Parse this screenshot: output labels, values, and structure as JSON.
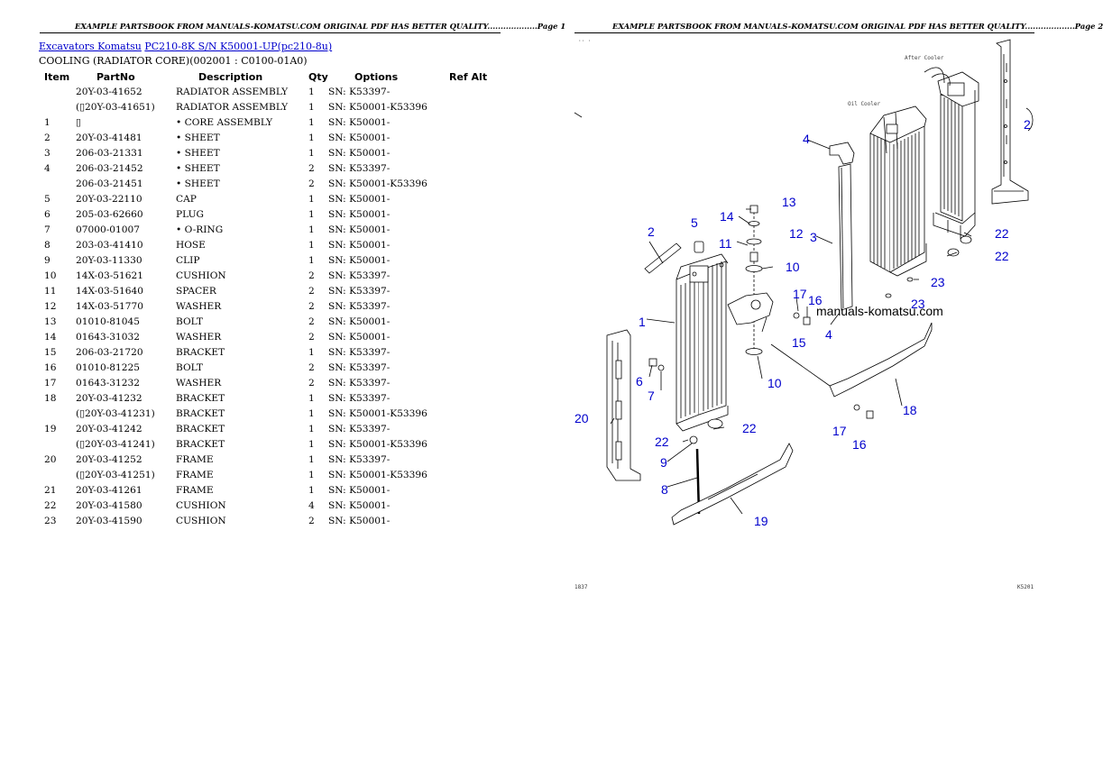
{
  "left_page": {
    "header": "EXAMPLE PARTSBOOK FROM MANUALS-KOMATSU.COM ORIGINAL PDF HAS BETTER QUALITY...................Page 1",
    "breadcrumb": {
      "link1": "Excavators Komatsu",
      "link2": "PC210-8K S/N K50001-UP(pc210-8u)"
    },
    "subtitle": "COOLING (RADIATOR CORE)(002001 : C0100-01A0)",
    "columns": [
      "Item",
      "PartNo",
      "Description",
      "Qty",
      "Options",
      "Ref Alt"
    ],
    "rows": [
      {
        "item": "",
        "partno": "20Y-03-41652",
        "desc": "RADIATOR ASSEMBLY",
        "qty": "1",
        "options": "SN: K53397-"
      },
      {
        "item": "",
        "partno": "(▯20Y-03-41651)",
        "desc": "RADIATOR ASSEMBLY",
        "qty": "1",
        "options": "SN: K50001-K53396"
      },
      {
        "item": "1",
        "partno": "▯",
        "desc": "• CORE ASSEMBLY",
        "qty": "1",
        "options": "SN: K50001-"
      },
      {
        "item": "2",
        "partno": "20Y-03-41481",
        "desc": "• SHEET",
        "qty": "1",
        "options": "SN: K50001-"
      },
      {
        "item": "3",
        "partno": "206-03-21331",
        "desc": "• SHEET",
        "qty": "1",
        "options": "SN: K50001-"
      },
      {
        "item": "4",
        "partno": "206-03-21452",
        "desc": "• SHEET",
        "qty": "2",
        "options": "SN: K53397-"
      },
      {
        "item": "",
        "partno": "206-03-21451",
        "desc": "• SHEET",
        "qty": "2",
        "options": "SN: K50001-K53396"
      },
      {
        "item": "5",
        "partno": "20Y-03-22110",
        "desc": "CAP",
        "qty": "1",
        "options": "SN: K50001-"
      },
      {
        "item": "6",
        "partno": "205-03-62660",
        "desc": "PLUG",
        "qty": "1",
        "options": "SN: K50001-"
      },
      {
        "item": "7",
        "partno": "07000-01007",
        "desc": "• O-RING",
        "qty": "1",
        "options": "SN: K50001-"
      },
      {
        "item": "8",
        "partno": "203-03-41410",
        "desc": "HOSE",
        "qty": "1",
        "options": "SN: K50001-"
      },
      {
        "item": "9",
        "partno": "20Y-03-11330",
        "desc": "CLIP",
        "qty": "1",
        "options": "SN: K50001-"
      },
      {
        "item": "10",
        "partno": "14X-03-51621",
        "desc": "CUSHION",
        "qty": "2",
        "options": "SN: K53397-"
      },
      {
        "item": "11",
        "partno": "14X-03-51640",
        "desc": "SPACER",
        "qty": "2",
        "options": "SN: K53397-"
      },
      {
        "item": "12",
        "partno": "14X-03-51770",
        "desc": "WASHER",
        "qty": "2",
        "options": "SN: K53397-"
      },
      {
        "item": "13",
        "partno": "01010-81045",
        "desc": "BOLT",
        "qty": "2",
        "options": "SN: K50001-"
      },
      {
        "item": "14",
        "partno": "01643-31032",
        "desc": "WASHER",
        "qty": "2",
        "options": "SN: K50001-"
      },
      {
        "item": "15",
        "partno": "206-03-21720",
        "desc": "BRACKET",
        "qty": "1",
        "options": "SN: K53397-"
      },
      {
        "item": "16",
        "partno": "01010-81225",
        "desc": "BOLT",
        "qty": "2",
        "options": "SN: K53397-"
      },
      {
        "item": "17",
        "partno": "01643-31232",
        "desc": "WASHER",
        "qty": "2",
        "options": "SN: K53397-"
      },
      {
        "item": "18",
        "partno": "20Y-03-41232",
        "desc": "BRACKET",
        "qty": "1",
        "options": "SN: K53397-"
      },
      {
        "item": "",
        "partno": "(▯20Y-03-41231)",
        "desc": "BRACKET",
        "qty": "1",
        "options": "SN: K50001-K53396"
      },
      {
        "item": "19",
        "partno": "20Y-03-41242",
        "desc": "BRACKET",
        "qty": "1",
        "options": "SN: K53397-"
      },
      {
        "item": "",
        "partno": "(▯20Y-03-41241)",
        "desc": "BRACKET",
        "qty": "1",
        "options": "SN: K50001-K53396"
      },
      {
        "item": "20",
        "partno": "20Y-03-41252",
        "desc": "FRAME",
        "qty": "1",
        "options": "SN: K53397-"
      },
      {
        "item": "",
        "partno": "(▯20Y-03-41251)",
        "desc": "FRAME",
        "qty": "1",
        "options": "SN: K50001-K53396"
      },
      {
        "item": "21",
        "partno": "20Y-03-41261",
        "desc": "FRAME",
        "qty": "1",
        "options": "SN: K50001-"
      },
      {
        "item": "22",
        "partno": "20Y-03-41580",
        "desc": "CUSHION",
        "qty": "4",
        "options": "SN: K50001-"
      },
      {
        "item": "23",
        "partno": "20Y-03-41590",
        "desc": "CUSHION",
        "qty": "2",
        "options": "SN: K50001-"
      }
    ]
  },
  "right_page": {
    "header": "EXAMPLE PARTSBOOK FROM MANUALS-KOMATSU.COM ORIGINAL PDF HAS BETTER QUALITY...................Page 2",
    "watermark": "manuals-komatsu.com",
    "diagram_labels": {
      "after_cooler": "After Cooler",
      "oil_cooler": "Oil Cooler"
    },
    "callouts": [
      "1",
      "2",
      "2",
      "3",
      "4",
      "4",
      "5",
      "6",
      "7",
      "8",
      "9",
      "10",
      "10",
      "11",
      "12",
      "13",
      "14",
      "15",
      "16",
      "16",
      "17",
      "17",
      "18",
      "19",
      "20",
      "22",
      "22",
      "22",
      "22",
      "23",
      "23"
    ],
    "footer_left": "1837",
    "footer_right": "K5201"
  }
}
